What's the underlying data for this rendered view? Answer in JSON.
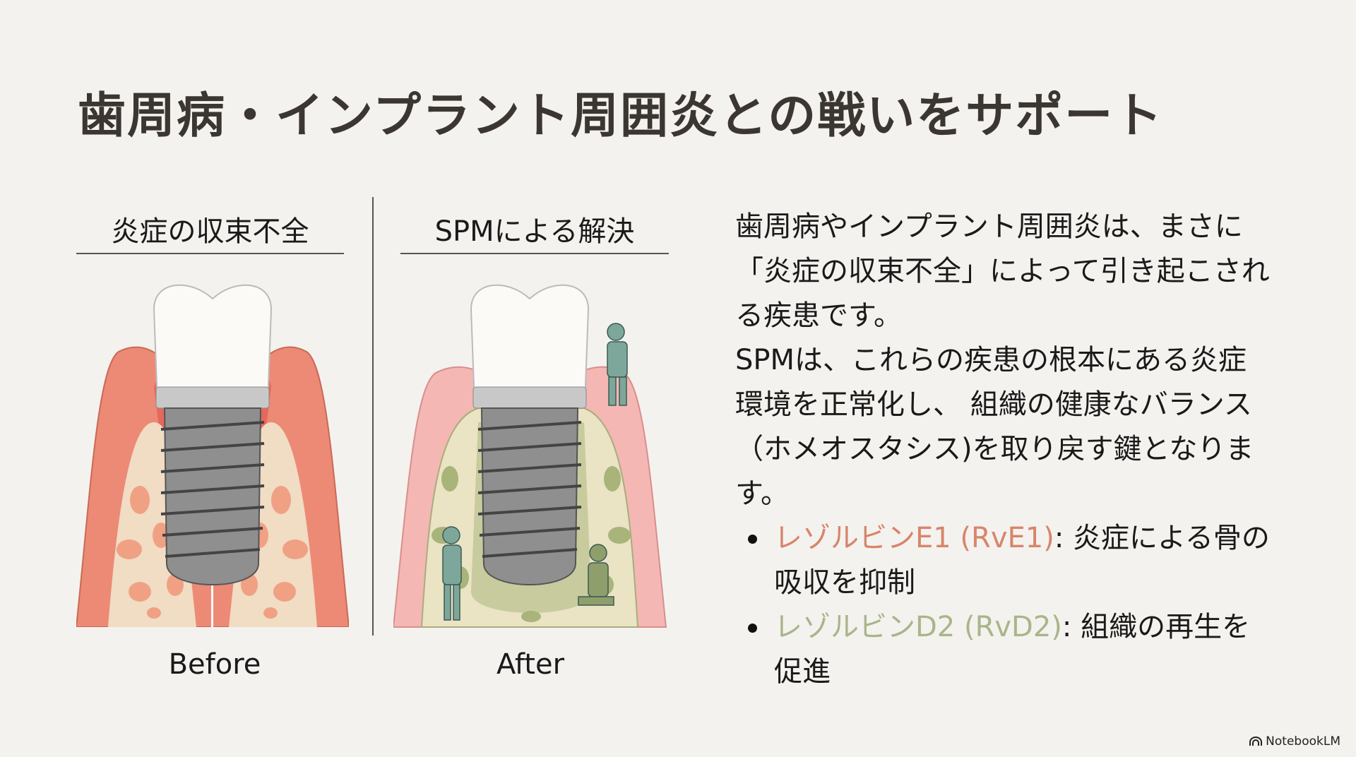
{
  "title": "歯周病・インプラント周囲炎との戦いをサポート",
  "left_panel": {
    "heading": "炎症の収束不全",
    "caption": "Before"
  },
  "right_panel": {
    "heading": "SPMによる解決",
    "caption": "After"
  },
  "body": {
    "lines": [
      "歯周病やインプラント周囲炎は、まさに",
      "「炎症の収束不全」によって引き起こされ",
      "る疾患です。",
      "SPMは、これらの疾患の根本にある炎症",
      "環境を正常化し、 組織の健康なバランス",
      "（ホメオスタシス)を取り戻す鍵となりま",
      "す。"
    ],
    "bullets": [
      {
        "term": "レゾルビンE1 (RvE1)",
        "desc_line1": ": 炎症による骨の",
        "desc_line2": "吸収を抑制",
        "color": "#d7856c"
      },
      {
        "term": "レゾルビンD2 (RvD2)",
        "desc_line1": ": 組織の再生を",
        "desc_line2": "促進",
        "color": "#a9b58a"
      }
    ]
  },
  "brand": {
    "name": "NotebookLM",
    "icon": "notebooklm-logo-icon"
  }
}
